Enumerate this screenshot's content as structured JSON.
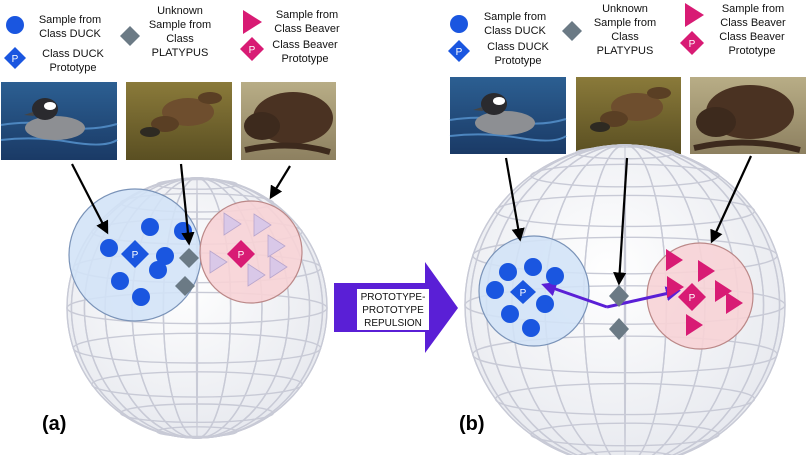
{
  "legend": {
    "duck_sample": [
      "Sample from",
      "Class DUCK"
    ],
    "duck_prototype": [
      "Class DUCK",
      "Prototype"
    ],
    "unknown": [
      "Unknown",
      "Sample from",
      "Class",
      "PLATYPUS"
    ],
    "beaver_sample": [
      "Sample from",
      "Class Beaver"
    ],
    "beaver_prototype": [
      "Class Beaver",
      "Prototype"
    ]
  },
  "prototype_marker": "P",
  "middle_arrow": [
    "PROTOTYPE-",
    "PROTOTYPE",
    "REPULSION"
  ],
  "panel_labels": {
    "a": "(a)",
    "b": "(b)"
  },
  "colors": {
    "duck": "#1a56e0",
    "beaver": "#d81b74",
    "unknown": "#6b7a85",
    "beaver_light": "#d9c8e8",
    "repulsion": "#5a1fd6",
    "duck_region": "#d2e3f7",
    "beaver_region": "#f7d3d6"
  },
  "photos": [
    "duck-photo",
    "platypus-photo",
    "beaver-photo"
  ]
}
